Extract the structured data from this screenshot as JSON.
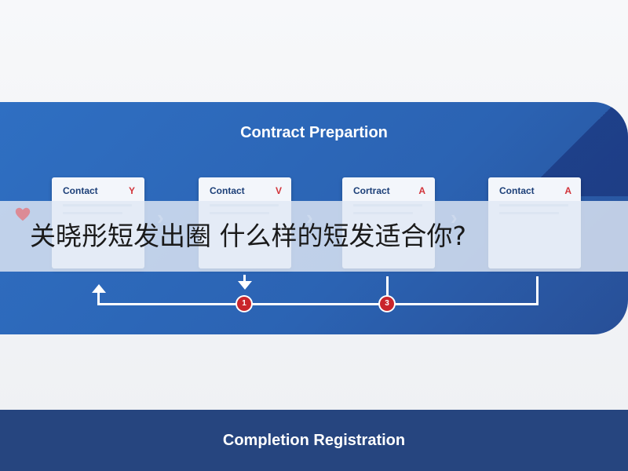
{
  "diagram": {
    "title": "Contract Prepartion",
    "cards": [
      {
        "label": "Contact",
        "badge": "Y"
      },
      {
        "label": "Contact",
        "badge": "V"
      },
      {
        "label": "Cortract",
        "badge": "A"
      },
      {
        "label": "Contact",
        "badge": "A"
      }
    ],
    "steps": [
      "1",
      "3"
    ],
    "bottom_title": "Completion Registration"
  },
  "overlay": {
    "caption": "关晓彤短发出圈 什么样的短发适合你?"
  },
  "colors": {
    "panel": "#2f6fc2",
    "bottom_band": "#26457f",
    "badge": "#d2343a",
    "step": "#c9252b"
  }
}
